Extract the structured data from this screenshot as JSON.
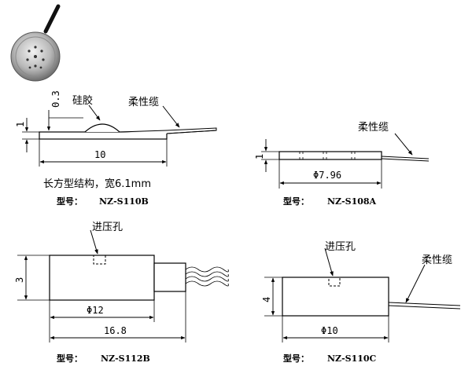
{
  "labels": {
    "silica_gel": "硅胶",
    "flex_cable": "柔性缆",
    "pressure_hole": "进压孔",
    "rect_structure_note": "长方型结构，宽6.1mm"
  },
  "dims": {
    "s110b_thickness": "1",
    "s110b_gel_height": "0.3",
    "s110b_length": "10",
    "s108a_thickness": "1",
    "s108a_diameter": "Φ7.96",
    "s112b_height": "3",
    "s112b_diameter": "Φ12",
    "s112b_length": "16.8",
    "s110c_height": "4",
    "s110c_diameter": "Φ10"
  },
  "models": {
    "prefix": "型号：",
    "s110b": "NZ-S110B",
    "s108a": "NZ-S108A",
    "s112b": "NZ-S112B",
    "s110c": "NZ-S110C"
  }
}
